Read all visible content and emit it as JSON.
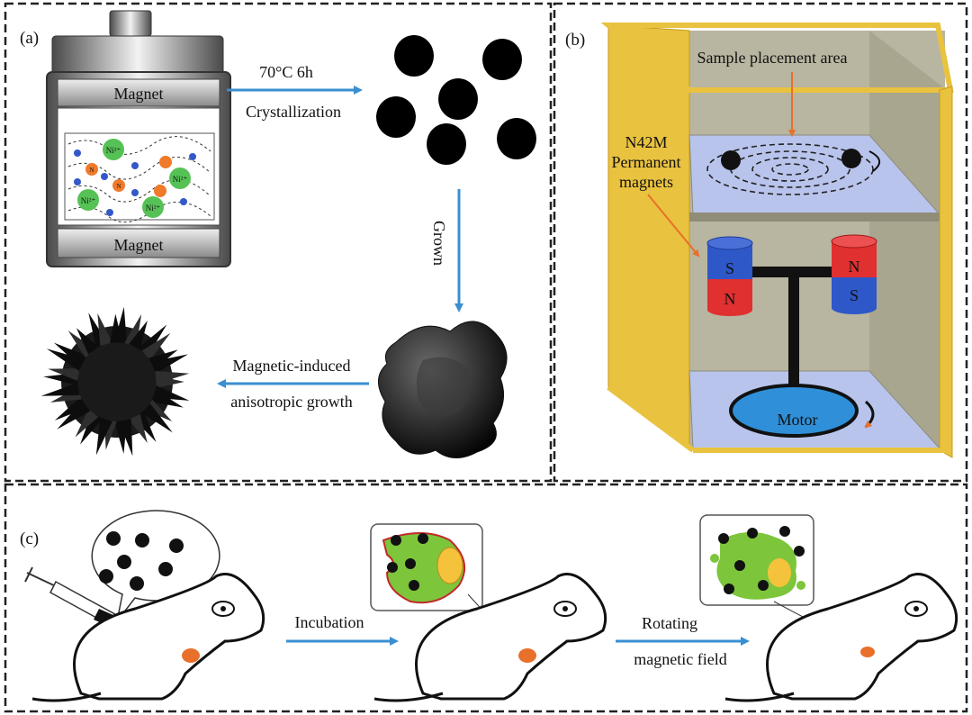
{
  "panel_a": {
    "tag": "(a)",
    "magnet_top": "Magnet",
    "magnet_bottom": "Magnet",
    "ion_label": "Ni²⁺",
    "n_label": "N",
    "step1_line1": "70°C 6h",
    "step1_line2": "Crystallization",
    "step2": "Grown",
    "step3_line1": "Magnetic-induced",
    "step3_line2": "anisotropic growth"
  },
  "panel_b": {
    "tag": "(b)",
    "sample_area": "Sample placement area",
    "magnets_line1": "N42M",
    "magnets_line2": "Permanent",
    "magnets_line3": "magnets",
    "pole_s": "S",
    "pole_n": "N",
    "motor": "Motor"
  },
  "panel_c": {
    "tag": "(c)",
    "incubation": "Incubation",
    "rotating_line1": "Rotating",
    "rotating_line2": "magnetic field"
  },
  "colors": {
    "arrow": "#3a8fd0",
    "box_yellow": "#e9c23f",
    "box_wall": "#bcb9a6",
    "floor_blue": "#b9c4ec",
    "magnet_red": "#e03030",
    "magnet_blue": "#2e58c8",
    "motor_blue": "#2f8fd8",
    "tumor_orange": "#e8702a",
    "cell_green": "#7dc53a",
    "nucleus_yellow": "#f5c33b"
  }
}
